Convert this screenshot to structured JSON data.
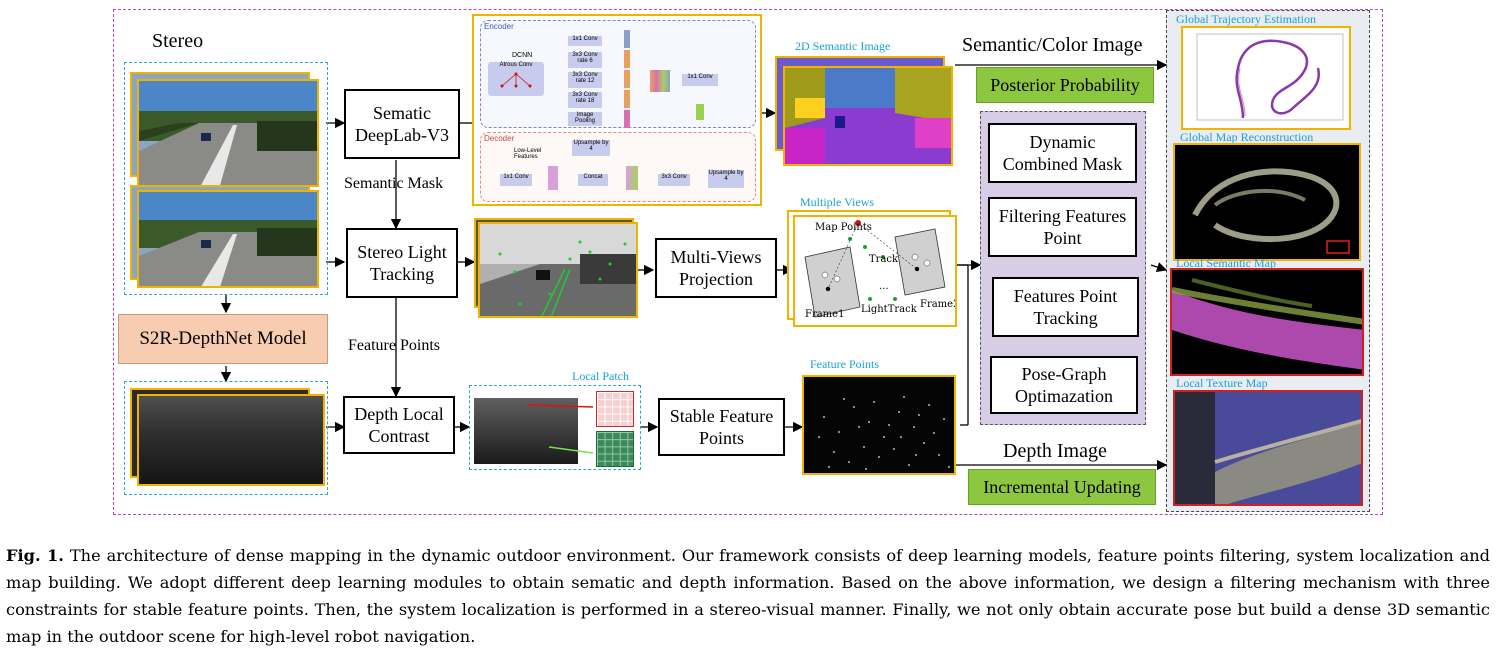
{
  "diagram": {
    "stereo_label": "Stereo",
    "s2r_model": "S2R-DepthNet Model",
    "sematic_deeplab": "Sematic DeepLab-V3",
    "semantic_mask": "Semantic Mask",
    "stereo_light_tracking": "Stereo Light Tracking",
    "feature_points_label": "Feature Points",
    "depth_local_contrast": "Depth Local Contrast",
    "local_patch": "Local Patch",
    "stable_feature_points": "Stable Feature Points",
    "feature_points_img_label": "Feature Points",
    "multi_views_projection": "Multi-Views Projection",
    "multiple_views": "Multiple Views",
    "semantic_image_2d": "2D Semantic Image",
    "semantic_color_image": "Semantic/Color Image",
    "posterior_probability": "Posterior Probability",
    "depth_image": "Depth Image",
    "incremental_updating": "Incremental Updating",
    "dynamic_combined_mask": "Dynamic Combined Mask",
    "filtering_features_point": "Filtering Features Point",
    "features_point_tracking": "Features Point Tracking",
    "pose_graph_optimization": "Pose-Graph Optimazation",
    "global_trajectory": "Global Trajectory Estimation",
    "global_map": "Global Map Reconstruction",
    "local_semantic_map": "Local  Semantic Map",
    "local_texture_map": "Local Texture Map",
    "multi_view": {
      "map_points": "Map Points",
      "track": "Track",
      "light_track": "LightTrack",
      "frame1": "Frame1",
      "frame2": "Frame2",
      "dots": "..."
    },
    "network": {
      "encoder": "Encoder",
      "decoder": "Decoder",
      "dcnn": "DCNN",
      "atrous_conv": "Atrous Conv",
      "conv1x1": "1x1 Conv",
      "conv3x3_r6": "3x3 Conv rate 6",
      "conv3x3_r12": "3x3 Conv rate 12",
      "conv3x3_r18": "3x3 Conv rate 18",
      "image_pooling": "Image Pooling",
      "conv1x1_b": "1x1 Conv",
      "upsample4": "Upsample by 4",
      "low_level": "Low-Level Features",
      "dec_conv1x1": "1x1 Conv",
      "concat": "Concat",
      "dec_conv3x3": "3x3 Conv",
      "dec_upsample4": "Upsample by 4"
    }
  },
  "caption": {
    "label": "Fig. 1.",
    "text": "The architecture of dense mapping in the dynamic outdoor environment. Our framework consists of deep learning models, feature points filtering, system localization and map building. We adopt different deep learning modules to obtain sematic and depth information. Based on the above information, we design a filtering mechanism with three constraints for stable feature points. Then, the system localization is performed in a stereo-visual manner. Finally, we not only obtain accurate pose but build a dense 3D semantic map in the outdoor scene for high-level robot navigation."
  },
  "colors": {
    "frame_magenta": "#c040c0",
    "cyan_dash": "#2aa8c8",
    "yellow_border": "#f0b400",
    "green_label": "#8dc63f",
    "peach": "#f7ccb0",
    "purple_panel": "#d8cde6",
    "blue_text": "#19a0d8"
  }
}
